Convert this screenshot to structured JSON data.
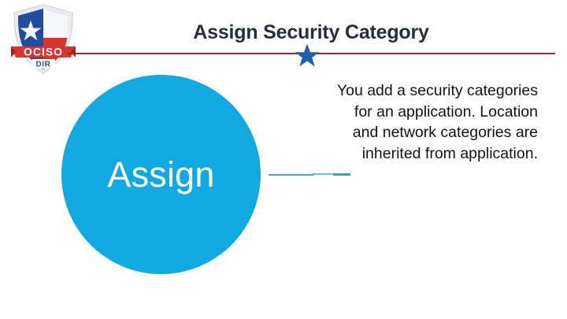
{
  "slide": {
    "title": "Assign Security Category",
    "background_color": "#ffffff"
  },
  "logo": {
    "name": "OCISO DIR shield logo",
    "banner_text": "OCISO",
    "sub_text": "DIR",
    "colors": {
      "red": "#d92b2b",
      "dark_red": "#b01f23",
      "navy": "#1f4e9c",
      "white": "#ffffff"
    }
  },
  "divider": {
    "color": "#9e2a2b",
    "star_color": "#1f5fa8",
    "star_icon": "star-icon"
  },
  "diagram": {
    "circle": {
      "label": "Assign",
      "fill_color": "#12a8e0",
      "text_color": "#ffffff"
    },
    "connector": {
      "name": "connector-line",
      "colors": [
        "#4ba9bd",
        "#6fc4d4",
        "#3c9db5"
      ]
    },
    "description": "You add a security categories for an application. Location and network categories are inherited from application.",
    "description_color": "#131313"
  }
}
